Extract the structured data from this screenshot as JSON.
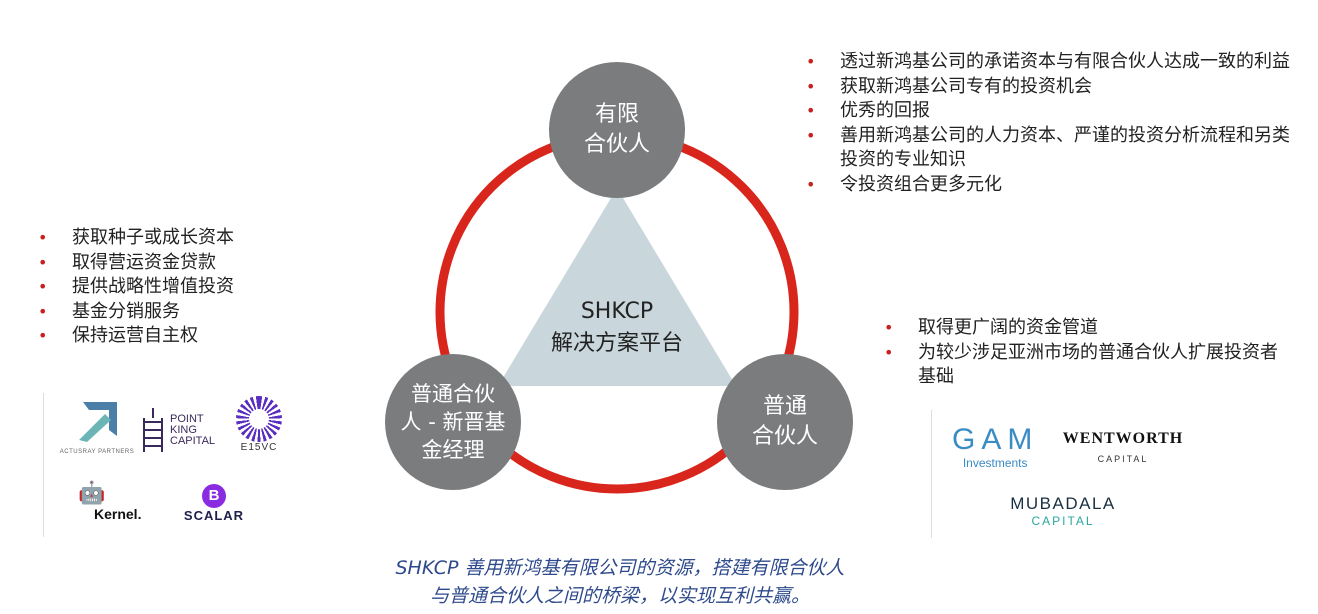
{
  "center": {
    "line1": "SHKCP",
    "line2": "解决方案平台"
  },
  "nodes": {
    "lp": {
      "line1": "有限",
      "line2": "合伙人"
    },
    "gp_managed": {
      "line1": "普通合伙",
      "line2": "人 - 新晋基",
      "line3": "金经理"
    },
    "gp": {
      "line1": "普通",
      "line2": "合伙人"
    }
  },
  "lp_benefits": [
    "透过新鸿基公司的承诺资本与有限合伙人达成一致的利益",
    "获取新鸿基公司专有的投资机会",
    "优秀的回报",
    "善用新鸿基公司的人力资本、严谨的投资分析流程和另类投资的专业知识",
    "令投资组合更多元化"
  ],
  "emerging_gp_benefits": [
    "获取种子或成长资本",
    "取得营运资金贷款",
    "提供战略性增值投资",
    "基金分销服务",
    "保持运营自主权"
  ],
  "gp_benefits": [
    "取得更广阔的资金管道",
    "为较少涉足亚洲市场的普通合伙人扩展投资者基础"
  ],
  "left_logos": [
    "ACTUSRAY PARTNERS",
    "POINT KING CAPITAL",
    "E15VC",
    "Kernel.",
    "SCALAR"
  ],
  "right_logos": {
    "gam": "GAM",
    "gam_sub": "Investments",
    "wentworth": "WENTWORTH",
    "wentworth_sub": "CAPITAL",
    "mubadala": "MUBADALA",
    "mubadala_sub": "CAPITAL"
  },
  "caption": {
    "line1": "SHKCP 善用新鸿基有限公司的资源，搭建有限合伙人",
    "line2": "与普通合伙人之间的桥梁，以实现互利共赢。"
  },
  "colors": {
    "ring": "#d9261c",
    "node": "#7a7c7e",
    "triangle": "#c9d6dc",
    "caption": "#2e4a8c"
  }
}
